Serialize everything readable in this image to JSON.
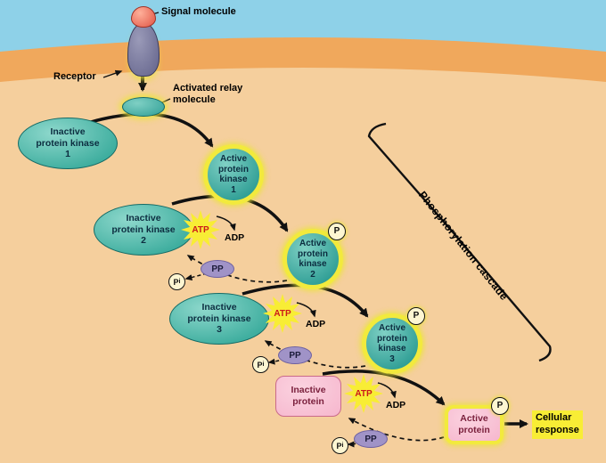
{
  "figure": {
    "description": "Signal transduction phosphorylation cascade"
  },
  "colors": {
    "sky": "#8ed1e8",
    "membrane": "#f0a85c",
    "cytoplasm": "#f5cf9d",
    "teal": "#3fae9f",
    "teal-dark": "#156b66",
    "ring": "#f2ea3d",
    "pink": "#f6b6cd",
    "pink-dark": "#c96a8a",
    "lavender": "#a093c7",
    "star": "#f8ed35",
    "atp-red": "#cc1a1a",
    "ink": "#111111",
    "kinase-text": "#0c2d40",
    "protein-text": "#7a1f3c"
  },
  "labels": {
    "signal_molecule": "Signal molecule",
    "receptor": "Receptor",
    "relay_molecule": "Activated relay\nmolecule",
    "inactive_pk1": "Inactive\nprotein kinase\n1",
    "active_pk1": "Active\nprotein\nkinase\n1",
    "inactive_pk2": "Inactive\nprotein kinase\n2",
    "active_pk2": "Active\nprotein\nkinase\n2",
    "inactive_pk3": "Inactive\nprotein kinase\n3",
    "active_pk3": "Active\nprotein\nkinase\n3",
    "inactive_protein": "Inactive\nprotein",
    "active_protein": "Active\nprotein",
    "cellular_response": "Cellular\nresponse",
    "cascade": "Phosphorylation cascade",
    "atp": "ATP",
    "adp": "ADP",
    "pp": "PP",
    "phosphate": "P",
    "pi_main": "P",
    "pi_sub": "i"
  }
}
